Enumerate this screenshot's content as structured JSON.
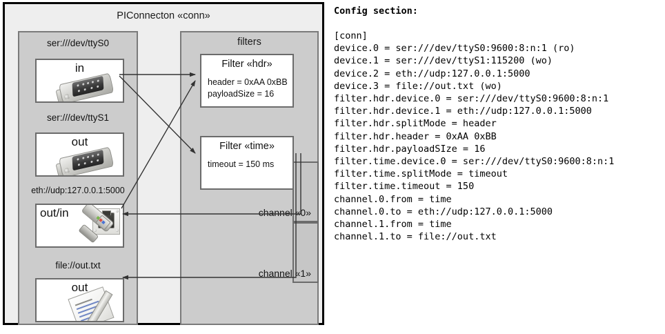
{
  "diagram": {
    "title": "PIConnecton «conn»",
    "devices_group": {
      "title": "",
      "devices": [
        {
          "label": "ser:///dev/ttyS0",
          "direction": "in",
          "icon": "serial-port-icon"
        },
        {
          "label": "ser:///dev/ttyS1",
          "direction": "out",
          "icon": "serial-port-icon"
        },
        {
          "label": "eth://udp:127.0.0.1:5000",
          "direction": "out/in",
          "icon": "ethernet-jack-icon"
        },
        {
          "label": "file://out.txt",
          "direction": "out",
          "icon": "text-document-icon"
        }
      ]
    },
    "filters_group": {
      "title": "filters",
      "filters": [
        {
          "title": "Filter «hdr»",
          "props": [
            "header = 0xAA 0xBB",
            "payloadSize = 16"
          ]
        },
        {
          "title": "Filter «time»",
          "props": [
            "timeout = 150 ms"
          ]
        }
      ],
      "channels": [
        {
          "label": "channel «0»"
        },
        {
          "label": "channel «1»"
        }
      ]
    }
  },
  "config": {
    "heading": "Config section:",
    "lines": [
      "[conn]",
      "device.0 = ser:///dev/ttyS0:9600:8:n:1 (ro)",
      "device.1 = ser:///dev/ttyS1:115200 (wo)",
      "device.2 = eth://udp:127.0.0.1:5000",
      "device.3 = file://out.txt (wo)",
      "filter.hdr.device.0 = ser:///dev/ttyS0:9600:8:n:1",
      "filter.hdr.device.1 = eth://udp:127.0.0.1:5000",
      "filter.hdr.splitMode = header",
      "filter.hdr.header = 0xAA 0xBB",
      "filter.hdr.payloadSIze = 16",
      "filter.time.device.0 = ser:///dev/ttyS0:9600:8:n:1",
      "filter.time.splitMode = timeout",
      "filter.time.timeout = 150",
      "channel.0.from = time",
      "channel.0.to = eth://udp:127.0.0.1:5000",
      "channel.1.from = time",
      "channel.1.to = file://out.txt"
    ]
  },
  "colors": {
    "page_background": "#ffffff",
    "outer_frame_fill": "#eeeeee",
    "outer_frame_border": "#000000",
    "group_fill": "#cccccc",
    "group_border": "#7a7a7a",
    "box_fill": "#ffffff",
    "box_border": "#6b6b6b",
    "channel_fill": "#c6c6c6",
    "wire": "#333333",
    "text": "#111111"
  }
}
